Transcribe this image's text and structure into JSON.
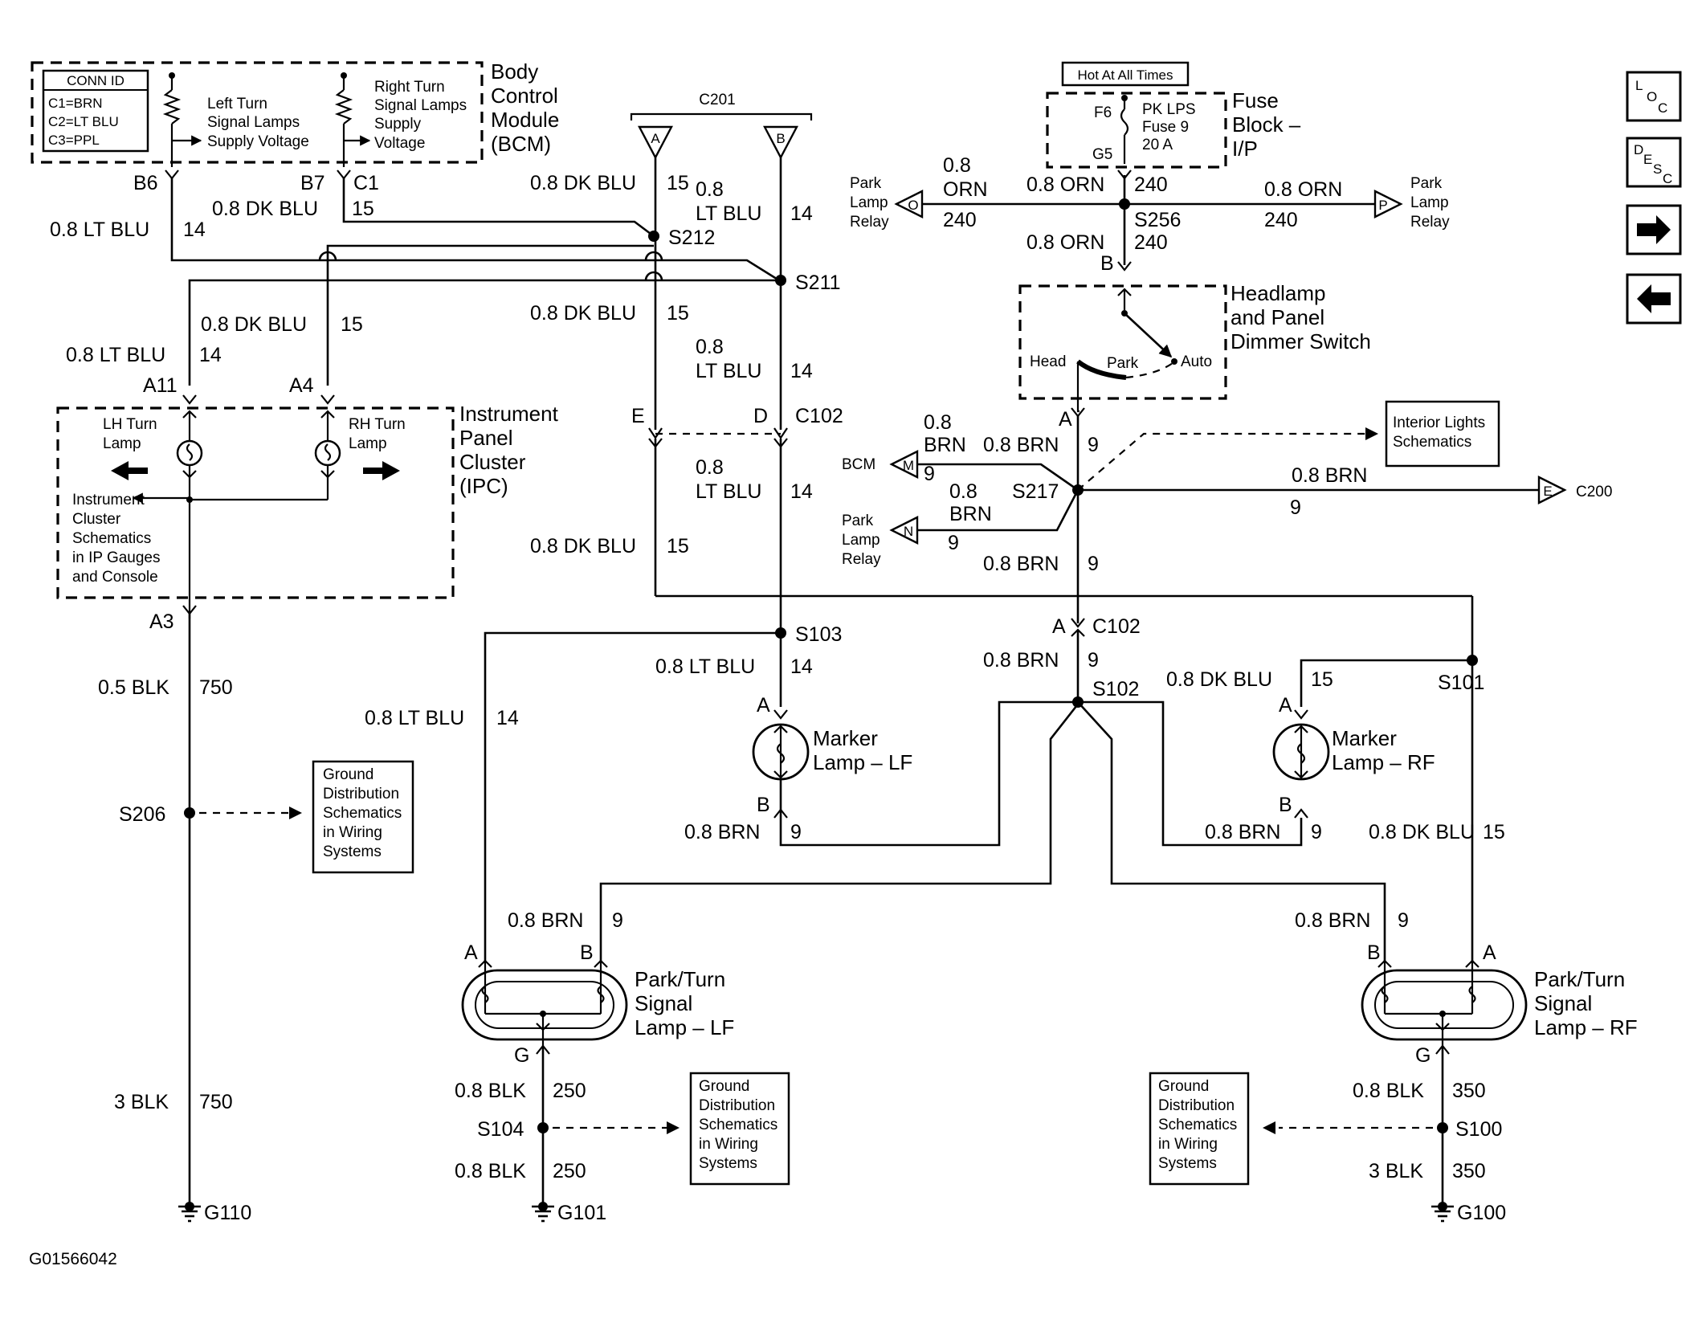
{
  "figure_id": "G01566042",
  "conn_id": {
    "title": "CONN ID",
    "c1": "C1=BRN",
    "c2": "C2=LT BLU",
    "c3": "C3=PPL"
  },
  "bcm": {
    "name_line1": "Body",
    "name_line2": "Control",
    "name_line3": "Module",
    "name_line4": "(BCM)",
    "left_label": [
      "Left Turn",
      "Signal Lamps",
      "Supply Voltage"
    ],
    "right_label": [
      "Right Turn",
      "Signal Lamps",
      "Supply",
      "Voltage"
    ],
    "pin_b6": "B6",
    "pin_b7": "B7",
    "pin_c1": "C1"
  },
  "c201": {
    "name": "C201",
    "pin_a": "A",
    "pin_b": "B"
  },
  "fuse_block": {
    "hot_label": "Hot At All Times",
    "name": [
      "Fuse",
      "Block –",
      "I/P"
    ],
    "f6": "F6",
    "g5": "G5",
    "fuse_text": [
      "PK LPS",
      "Fuse 9",
      "20 A"
    ]
  },
  "nav_icons": {
    "loc": [
      "L",
      "O",
      "C"
    ],
    "desc": [
      "D",
      "E",
      "S",
      "C"
    ]
  },
  "splices": {
    "s212": "S212",
    "s211": "S211",
    "s256": "S256",
    "s217": "S217",
    "s103": "S103",
    "s102": "S102",
    "s101": "S101",
    "s206": "S206",
    "s104": "S104",
    "s100": "S100"
  },
  "grounds": {
    "g110": "G110",
    "g101": "G101",
    "g100": "G100"
  },
  "park_relay_left": {
    "pin": "O",
    "label": [
      "Park",
      "Lamp",
      "Relay"
    ]
  },
  "park_relay_right": {
    "pin": "P",
    "label": [
      "Park",
      "Lamp",
      "Relay"
    ]
  },
  "headlamp_switch": {
    "name": [
      "Headlamp",
      "and Panel",
      "Dimmer Switch"
    ],
    "head": "Head",
    "park": "Park",
    "auto": "Auto",
    "pin_b": "B",
    "pin_a": "A"
  },
  "interior_lights": [
    "Interior Lights",
    "Schematics"
  ],
  "bcm_m": {
    "label": "BCM",
    "pin": "M"
  },
  "relay_n": {
    "pin": "N",
    "label": [
      "Park",
      "Lamp",
      "Relay"
    ]
  },
  "c200": {
    "pin": "E",
    "label": "C200"
  },
  "ipc": {
    "name": [
      "Instrument",
      "Panel",
      "Cluster",
      "(IPC)"
    ],
    "lh_label": [
      "LH Turn",
      "Lamp"
    ],
    "rh_label": [
      "RH Turn",
      "Lamp"
    ],
    "cluster_text": [
      "Instrument",
      "Cluster",
      "Schematics",
      "in IP Gauges",
      "and Console"
    ],
    "pin_a11": "A11",
    "pin_a4": "A4",
    "pin_a3": "A3"
  },
  "c102": {
    "name": "C102",
    "pin_e": "E",
    "pin_d": "D",
    "pin_a": "A"
  },
  "marker_lf": {
    "name": [
      "Marker",
      "Lamp – LF"
    ],
    "pin_a": "A",
    "pin_b": "B"
  },
  "marker_rf": {
    "name": [
      "Marker",
      "Lamp – RF"
    ],
    "pin_a": "A",
    "pin_b": "B"
  },
  "park_turn_lf": {
    "name": [
      "Park/Turn",
      "Signal",
      "Lamp – LF"
    ],
    "pin_a": "A",
    "pin_b": "B",
    "pin_g": "G"
  },
  "park_turn_rf": {
    "name": [
      "Park/Turn",
      "Signal",
      "Lamp – RF"
    ],
    "pin_a": "A",
    "pin_b": "B",
    "pin_g": "G"
  },
  "ground_dist": [
    "Ground",
    "Distribution",
    "Schematics",
    "in Wiring",
    "Systems"
  ],
  "wires": {
    "b6_color": "0.8 LT BLU",
    "b6_circ": "14",
    "b7_color": "0.8 DK BLU",
    "b7_circ": "15",
    "c201a_color": "0.8 DK BLU",
    "c201a_circ": "15",
    "c201b_color": [
      "0.8",
      "LT BLU"
    ],
    "c201b_circ": "14",
    "ipc_dk_color": "0.8 DK BLU",
    "ipc_dk_circ": "15",
    "ipc_lt_color": "0.8 LT BLU",
    "ipc_lt_circ": "14",
    "mid_dk_color": "0.8 DK BLU",
    "mid_dk_circ": "15",
    "mid_lt_color": [
      "0.8",
      "LT BLU"
    ],
    "mid_lt_circ": "14",
    "low_lt_color": [
      "0.8",
      "LT BLU"
    ],
    "low_lt_circ": "14",
    "low_dk_color": "0.8 DK BLU",
    "low_dk_circ": "15",
    "relay_o_color": [
      "0.8",
      "ORN"
    ],
    "relay_o_circ": "240",
    "fuse_color": "0.8 ORN",
    "fuse_circ": "240",
    "relay_p_color": "0.8 ORN",
    "relay_p_circ": "240",
    "s256_color": "0.8 ORN",
    "s256_circ": "240",
    "sw_a_color": "0.8 BRN",
    "sw_a_circ": "9",
    "m_color": [
      "0.8",
      "BRN"
    ],
    "m_circ": "9",
    "n_color": [
      "0.8",
      "BRN"
    ],
    "n_circ": "9",
    "c200_color": "0.8 BRN",
    "c200_circ": "9",
    "s217_down_color": "0.8 BRN",
    "s217_down_circ": "9",
    "c102a_color": "0.8 BRN",
    "c102a_circ": "9",
    "a3_color": "0.5 BLK",
    "a3_circ": "750",
    "s206_color": "3 BLK",
    "s206_circ": "750",
    "s103_color": "0.8 LT BLU",
    "s103_circ": "14",
    "lf_lt_color": "0.8 LT BLU",
    "lf_lt_circ": "14",
    "mlf_b_color": "0.8 BRN",
    "mlf_b_circ": "9",
    "ptlf_b_color": "0.8 BRN",
    "ptlf_b_circ": "9",
    "s101_color": "0.8 DK BLU",
    "s101_circ": "15",
    "mrf_b_color": "0.8 BRN",
    "mrf_b_circ": "9",
    "rf_dk_color": "0.8 DK BLU",
    "rf_dk_circ": "15",
    "ptrf_b_color": "0.8 BRN",
    "ptrf_b_circ": "9",
    "lfg_color1": "0.8 BLK",
    "lfg_circ1": "250",
    "lfg_color2": "0.8 BLK",
    "lfg_circ2": "250",
    "rfg_color1": "0.8 BLK",
    "rfg_circ1": "350",
    "rfg_color2": "3 BLK",
    "rfg_circ2": "350"
  }
}
